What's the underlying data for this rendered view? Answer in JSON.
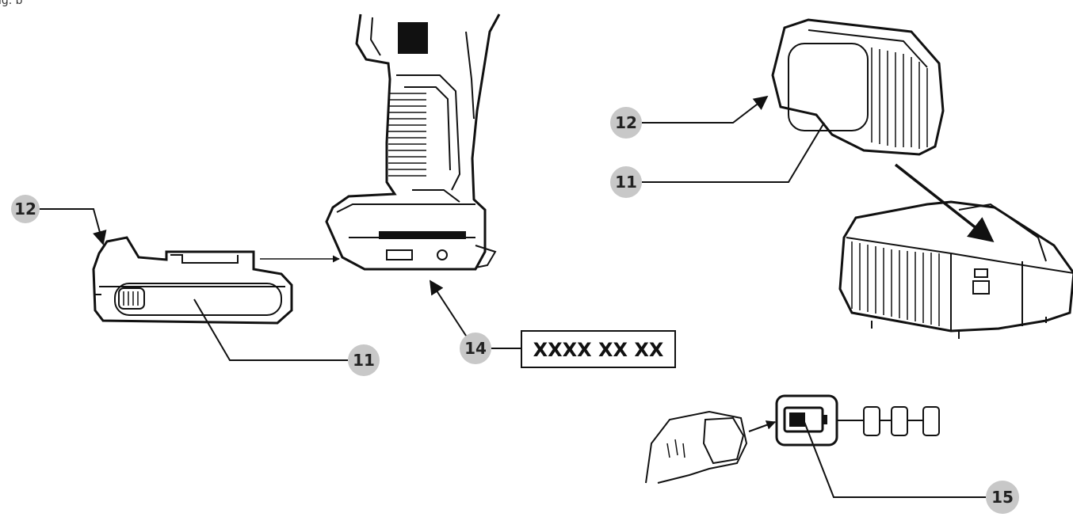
{
  "figure": {
    "label": "ig. b"
  },
  "callouts": {
    "left_12": "12",
    "left_11": "11",
    "drill_14": "14",
    "right_12": "12",
    "right_11": "11",
    "led_15": "15"
  },
  "code_box": {
    "text": "XXXX XX XX"
  }
}
